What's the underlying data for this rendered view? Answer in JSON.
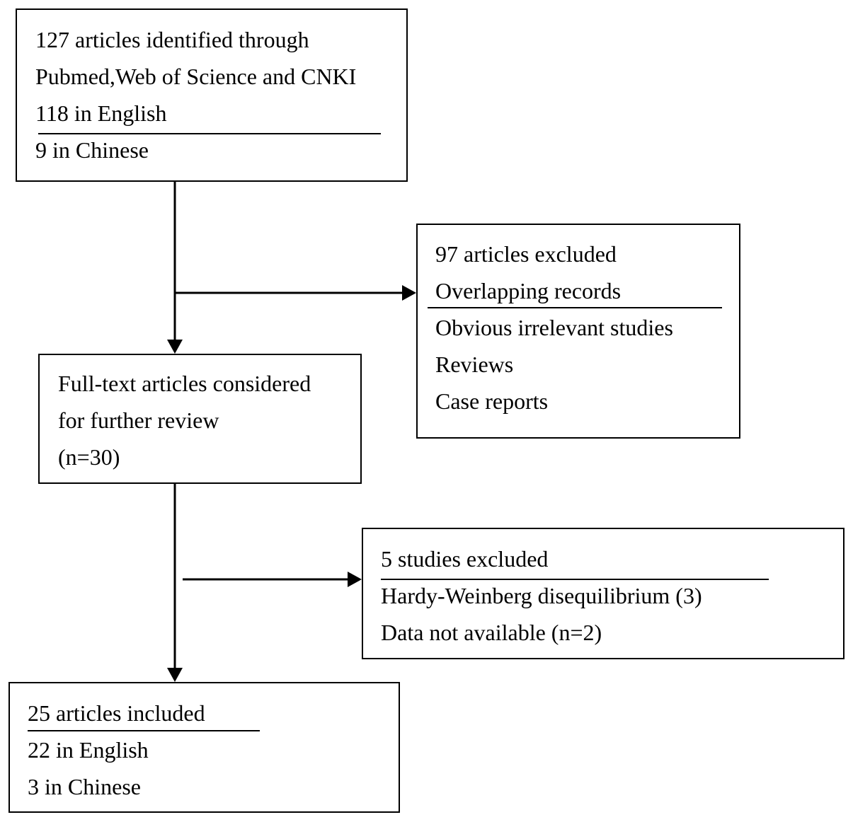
{
  "identification": {
    "line1": "127 articles identified through",
    "line2": "Pubmed,Web of Science and CNKI",
    "line3": "118 in English",
    "line4": "9 in Chinese"
  },
  "excluded_first": {
    "line1": "97 articles excluded",
    "line2": "Overlapping records",
    "line3": "Obvious irrelevant studies",
    "line4": "Reviews",
    "line5": "Case reports"
  },
  "fulltext": {
    "line1": "Full-text articles considered",
    "line2": "for further review",
    "line3": "(n=30)"
  },
  "excluded_second": {
    "line1": "5 studies excluded",
    "line2": "Hardy-Weinberg disequilibrium (3)",
    "line3": "Data not available (n=2)"
  },
  "included": {
    "line1": "25 articles included",
    "line2": "22 in English",
    "line3": "3 in Chinese"
  }
}
